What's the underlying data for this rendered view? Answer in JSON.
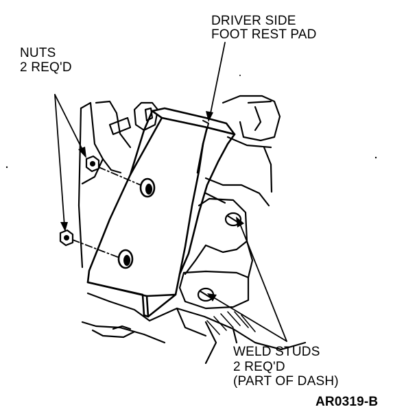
{
  "labels": {
    "foot_rest_line1": "DRIVER SIDE",
    "foot_rest_line2": "FOOT REST PAD",
    "nuts_line1": "NUTS",
    "nuts_line2": "2 REQ'D",
    "studs_line1": "WELD STUDS",
    "studs_line2": "2 REQ'D",
    "studs_line3": "(PART OF DASH)",
    "figure_code": "AR0319-B"
  }
}
